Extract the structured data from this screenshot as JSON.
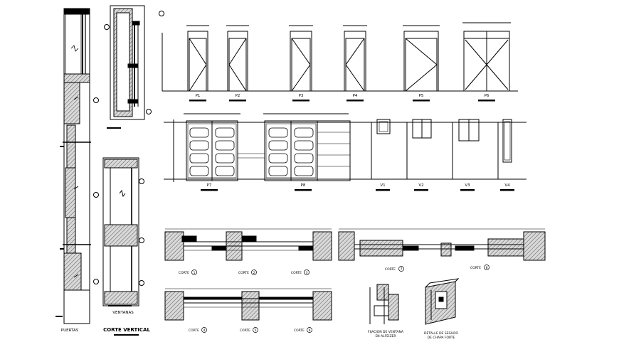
{
  "sheet": {
    "background": "#ffffff",
    "ink": "#000000",
    "hatch": "#444444"
  },
  "doors": {
    "labels": [
      "P1",
      "P2",
      "P3",
      "P4",
      "P5",
      "P6"
    ],
    "bottom_labels": [
      "P7",
      "P8"
    ]
  },
  "windows": {
    "labels": [
      "V1",
      "V2",
      "V3",
      "V4"
    ]
  },
  "details": {
    "vertical_left_label": "PUERTAS",
    "vertical_mid_label": "VENTANAS",
    "vertical_title": "CORTE VERTICAL",
    "corte_label": "CORTE",
    "corte_numbers_row1": [
      "1",
      "2",
      "3"
    ],
    "corte_numbers_row2": [
      "4",
      "5",
      "6"
    ],
    "corte_numbers_right": [
      "7",
      "8"
    ],
    "fijacion_line1": "FIJACION DE VENTANA",
    "fijacion_line2": "EN ALFEIZER",
    "detalle_line1": "DETALLE DE SEGURO",
    "detalle_line2": "DE CHAPA FORTE"
  }
}
